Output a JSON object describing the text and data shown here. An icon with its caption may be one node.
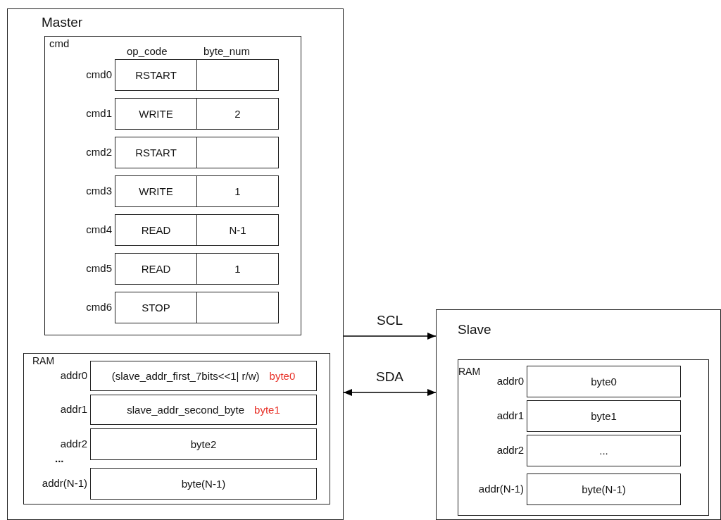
{
  "diagram": {
    "nodes": [
      {
        "text": [
          "Master"
        ]
      },
      {
        "text": [
          "cmd"
        ],
        "in": 0
      },
      {
        "text": [
          "RSTART"
        ],
        "in": 1,
        "beside": [
          "cmd0"
        ]
      },
      {
        "text": [],
        "shape": "box",
        "in": 1
      },
      {
        "text": [
          "WRITE"
        ],
        "in": 1,
        "beside": [
          "cmd1"
        ]
      },
      {
        "text": [
          "2"
        ],
        "in": 1
      },
      {
        "text": [
          "RSTART"
        ],
        "in": 1,
        "beside": [
          "cmd2"
        ]
      },
      {
        "text": [],
        "shape": "box",
        "in": 1
      },
      {
        "text": [
          "WRITE"
        ],
        "in": 1,
        "beside": [
          "cmd3"
        ]
      },
      {
        "text": [
          "1"
        ],
        "in": 1
      },
      {
        "text": [
          "READ"
        ],
        "in": 1,
        "beside": [
          "cmd4"
        ]
      },
      {
        "text": [
          "N-1"
        ],
        "in": 1
      },
      {
        "text": [
          "READ"
        ],
        "in": 1,
        "beside": [
          "cmd5"
        ]
      },
      {
        "text": [
          "1"
        ],
        "in": 1
      },
      {
        "text": [
          "STOP"
        ],
        "in": 1,
        "beside": [
          "cmd6"
        ]
      },
      {
        "text": [],
        "shape": "box",
        "in": 1
      },
      {
        "text": [
          "RAM"
        ],
        "in": 0
      },
      {
        "text": [
          "(slave_addr_first_7bits<<1| r/w)",
          "byte0"
        ],
        "in": 16,
        "beside": [
          "addr0"
        ]
      },
      {
        "text": [
          "slave_addr_second_byte",
          "byte1"
        ],
        "in": 16,
        "beside": [
          "addr1"
        ]
      },
      {
        "text": [
          "byte2"
        ],
        "in": 16,
        "beside": [
          "addr2"
        ]
      },
      {
        "text": [
          "byte(N-1)"
        ],
        "in": 16,
        "beside": [
          "addr(N-1)"
        ]
      },
      {
        "text": [
          "Slave"
        ]
      },
      {
        "text": [
          "RAM"
        ],
        "in": 21
      },
      {
        "text": [
          "byte0"
        ],
        "in": 22,
        "beside": [
          "addr0"
        ]
      },
      {
        "text": [
          "byte1"
        ],
        "in": 22,
        "beside": [
          "addr1"
        ]
      },
      {
        "text": [
          "..."
        ],
        "in": 22,
        "beside": [
          "addr2"
        ]
      },
      {
        "text": [
          "byte(N-1)"
        ],
        "in": 22,
        "beside": [
          "addr(N-1)"
        ]
      }
    ],
    "edges": [
      {
        "from": 0,
        "to": 21,
        "arrow": "to",
        "label": "SCL"
      },
      {
        "from": 0,
        "to": 21,
        "arrow": "both",
        "label": "SDA"
      }
    ],
    "labels": [
      "op_code",
      "byte_num",
      "..."
    ]
  }
}
